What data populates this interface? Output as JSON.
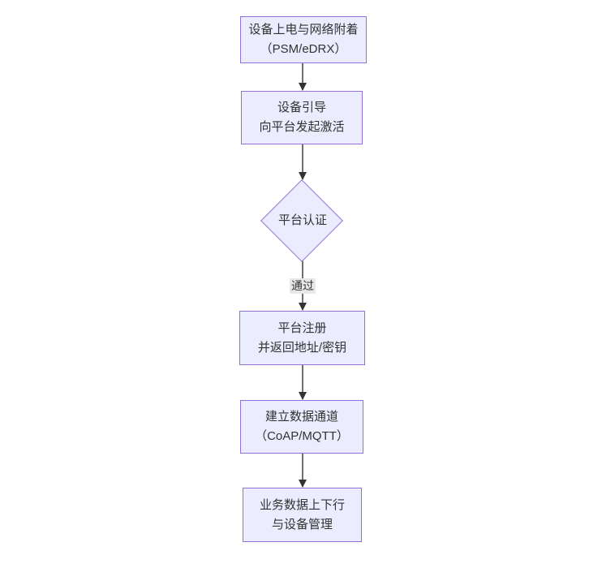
{
  "diagram": {
    "type": "flowchart-top-down",
    "colors": {
      "background": "#ffffff",
      "node_fill": "#ECECFF",
      "node_border": "#9370DB",
      "text_color": "#333333",
      "edge_color": "#333333",
      "edge_label_bg": "#e8e8e8"
    },
    "nodes": [
      {
        "id": "power-attach",
        "shape": "rect",
        "lines": [
          "设备上电与网络附着",
          "（PSM/eDRX）"
        ]
      },
      {
        "id": "bootstrap",
        "shape": "rect",
        "lines": [
          "设备引导",
          "向平台发起激活"
        ]
      },
      {
        "id": "platform-auth",
        "shape": "diamond",
        "lines": [
          "平台认证"
        ]
      },
      {
        "id": "register",
        "shape": "rect",
        "lines": [
          "平台注册",
          "并返回地址/密钥"
        ]
      },
      {
        "id": "data-channel",
        "shape": "rect",
        "lines": [
          "建立数据通道",
          "（CoAP/MQTT）"
        ]
      },
      {
        "id": "business-data",
        "shape": "rect",
        "lines": [
          "业务数据上下行",
          "与设备管理"
        ]
      }
    ],
    "edges": [
      {
        "from": "power-attach",
        "to": "bootstrap",
        "label": ""
      },
      {
        "from": "bootstrap",
        "to": "platform-auth",
        "label": ""
      },
      {
        "from": "platform-auth",
        "to": "register",
        "label": "通过"
      },
      {
        "from": "register",
        "to": "data-channel",
        "label": ""
      },
      {
        "from": "data-channel",
        "to": "business-data",
        "label": ""
      }
    ]
  }
}
